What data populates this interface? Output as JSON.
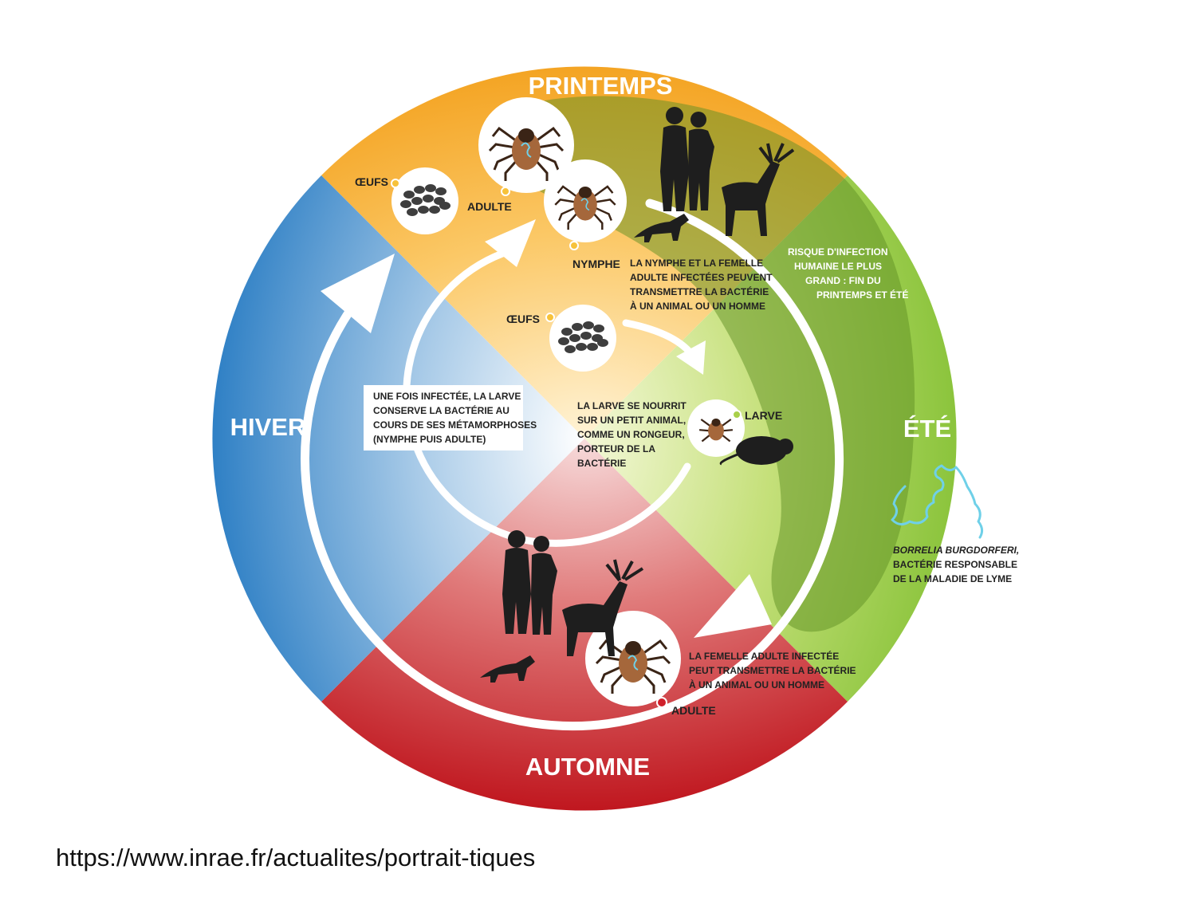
{
  "seasons": {
    "spring": "PRINTEMPS",
    "summer": "ÉTÉ",
    "autumn": "AUTOMNE",
    "winter": "HIVER"
  },
  "stages": {
    "eggs_outer": "ŒUFS",
    "adult_spring": "ADULTE",
    "nymph": "NYMPHE",
    "eggs_inner": "ŒUFS",
    "larva": "LARVE",
    "adult_autumn": "ADULTE"
  },
  "notes": {
    "nymph_transmit": [
      "LA NYMPHE ET LA FEMELLE",
      "ADULTE INFECTÉES PEUVENT",
      "TRANSMETTRE LA BACTÉRIE",
      "À UN ANIMAL OU UN HOMME"
    ],
    "risk": [
      "RISQUE D'INFECTION",
      "HUMAINE LE PLUS",
      "GRAND : FIN DU",
      "PRINTEMPS ET ÉTÉ"
    ],
    "larva_keeps": [
      "UNE FOIS INFECTÉE, LA LARVE",
      "CONSERVE LA BACTÉRIE AU",
      "COURS DE SES MÉTAMORPHOSES",
      "(NYMPHE PUIS ADULTE)"
    ],
    "larva_feeds": [
      "LA LARVE SE NOURRIT",
      "SUR UN PETIT ANIMAL,",
      "COMME UN RONGEUR,",
      "PORTEUR DE LA",
      "BACTÉRIE"
    ],
    "female_transmit": [
      "LA FEMELLE ADULTE INFECTÉE",
      "PEUT TRANSMETTRE LA BACTÉRIE",
      "À UN ANIMAL OU UN HOMME"
    ],
    "bacteria": [
      "BORRELIA BURGDORFERI,",
      "BACTÉRIE RESPONSABLE",
      "DE LA MALADIE DE LYME"
    ]
  },
  "source_url": "https://www.inrae.fr/actualites/portrait-tiques",
  "colors": {
    "spring": "#f5ae2b",
    "summer": "#8dc63f",
    "autumn": "#c8232c",
    "winter": "#3a87c8",
    "bacteria": "#6fd0e8",
    "marker_spring": "#f7c23a",
    "marker_larva": "#a9d04a",
    "marker_autumn": "#d0202a"
  }
}
